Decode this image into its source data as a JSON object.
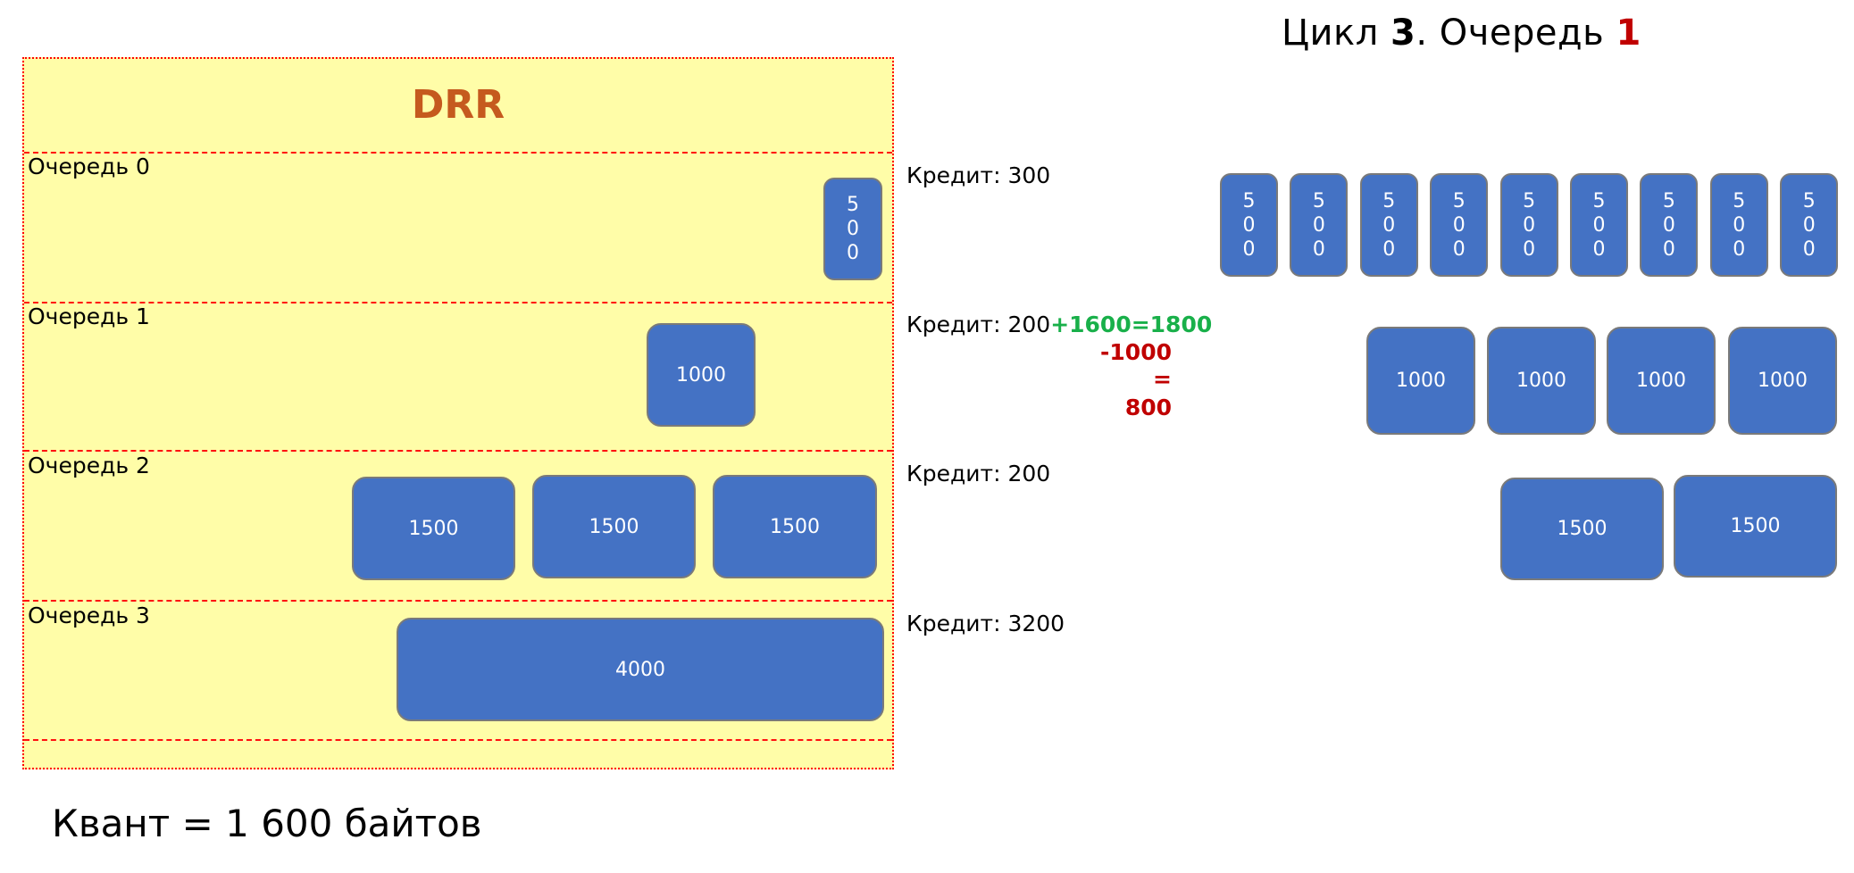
{
  "title": {
    "prefix": "Цикл ",
    "cycle": "3",
    "middle": ". Очередь ",
    "queue": "1"
  },
  "scheduler": {
    "name": "DRR",
    "queues": [
      {
        "label": "Очередь 0",
        "packets": [
          "500"
        ]
      },
      {
        "label": "Очередь 1",
        "packets": [
          "1000"
        ]
      },
      {
        "label": "Очередь 2",
        "packets": [
          "1500",
          "1500",
          "1500"
        ]
      },
      {
        "label": "Очередь 3",
        "packets": [
          "4000"
        ]
      }
    ]
  },
  "credits": [
    {
      "text": "Кредит: 300"
    },
    {
      "text": "Кредит: 200",
      "addition": "+1600=1800",
      "calc": [
        "-1000",
        "=",
        "800"
      ]
    },
    {
      "text": "Кредит: 200"
    },
    {
      "text": "Кредит: 3200"
    }
  ],
  "sent": {
    "queue0": [
      "500",
      "500",
      "500",
      "500",
      "500",
      "500",
      "500",
      "500",
      "500"
    ],
    "queue1": [
      "1000",
      "1000",
      "1000",
      "1000"
    ],
    "queue2": [
      "1500",
      "1500"
    ]
  },
  "quantum": "Квант = 1 600 байтов",
  "colors": {
    "packet": "#4472C4",
    "packet_border": "#7A7A7A",
    "panel_bg": "#FFFDA8",
    "divider": "#FF0000",
    "drr_title": "#C55A1E",
    "credit_add": "#19B04A",
    "credit_sub": "#C00000",
    "title_accent": "#C00000"
  }
}
